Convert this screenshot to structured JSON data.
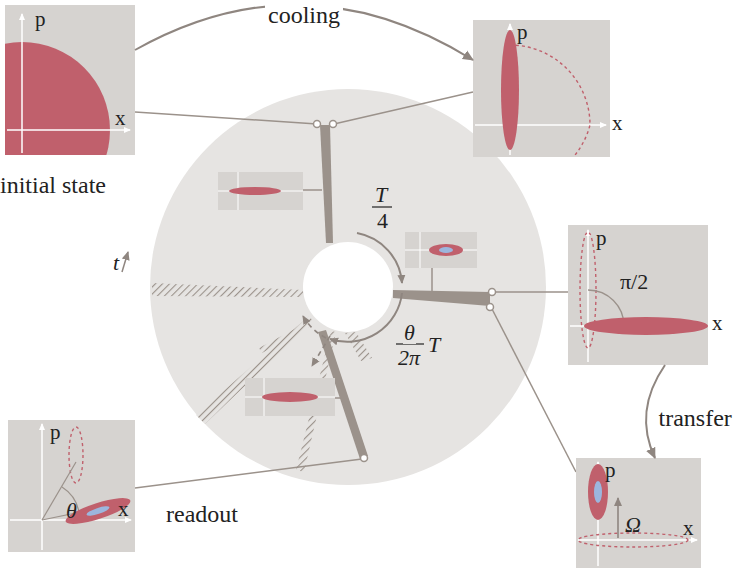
{
  "diagram": {
    "nodes": [
      {
        "text": [
          "p",
          "x",
          "initial state"
        ]
      },
      {
        "text": [
          "p",
          "x"
        ]
      },
      {
        "text": [
          "p",
          "π/2",
          "x"
        ]
      },
      {
        "text": [
          "p",
          "x",
          "Ω"
        ]
      },
      {
        "text": [
          "p",
          "θ",
          "x",
          "readout"
        ]
      }
    ],
    "edges": [
      {
        "from": 0,
        "to": 1,
        "arrow": "to",
        "label": "cooling"
      },
      {
        "from": 2,
        "to": 3,
        "arrow": "to",
        "label": "transfer"
      }
    ],
    "labels": [
      "t",
      "T",
      "4",
      "θ",
      "2π",
      "T"
    ]
  }
}
